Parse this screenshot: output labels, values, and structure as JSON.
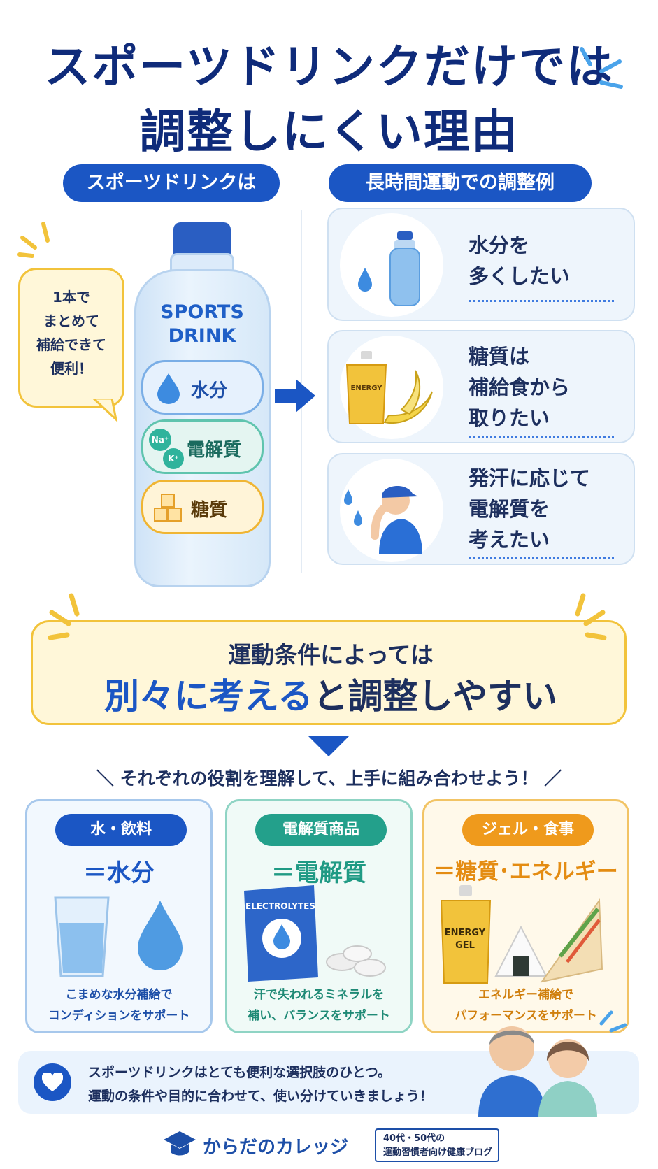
{
  "title": {
    "line1": "スポーツドリンクだけでは",
    "line2": "調整しにくい理由"
  },
  "left": {
    "pill": "スポーツドリンクは",
    "speech": [
      "1本で",
      "まとめて",
      "補給できて",
      "便利！"
    ],
    "bottle": {
      "label_line1": "SPORTS",
      "label_line2": "DRINK",
      "components": {
        "water": "水分",
        "electrolyte": "電解質",
        "electrolyte_ion1": "Na⁺",
        "electrolyte_ion2": "K⁺",
        "sugar": "糖質"
      }
    }
  },
  "right": {
    "pill": "長時間運動での調整例",
    "cards": [
      {
        "lines": [
          "水分を",
          "多くしたい"
        ]
      },
      {
        "lines": [
          "糖質は",
          "補給食から",
          "取りたい"
        ],
        "pouch_label": "ENERGY"
      },
      {
        "lines": [
          "発汗に応じて",
          "電解質を",
          "考えたい"
        ]
      }
    ]
  },
  "banner": {
    "line1": "運動条件によっては",
    "line2_highlight": "別々に考える",
    "line2_rest": "と調整しやすい"
  },
  "subheadline": "＼ それぞれの役割を理解して、上手に組み合わせよう！ ／",
  "roles": [
    {
      "pill": "水・飲料",
      "value": "＝水分",
      "desc": [
        "こまめな水分補給で",
        "コンディションをサポート"
      ]
    },
    {
      "pill": "電解質商品",
      "value": "＝電解質",
      "desc": [
        "汗で失われるミネラルを",
        "補い、バランスをサポート"
      ],
      "pack_label": "ELECTROLYTES"
    },
    {
      "pill": "ジェル・食事",
      "value": "＝糖質･エネルギー",
      "desc": [
        "エネルギー補給で",
        "パフォーマンスをサポート"
      ],
      "gel_label1": "ENERGY",
      "gel_label2": "GEL"
    }
  ],
  "note": {
    "line1": "スポーツドリンクはとても便利な選択肢のひとつ。",
    "line2": "運動の条件や目的に合わせて、使い分けていきましょう！"
  },
  "footer": {
    "brand": "からだのカレッジ",
    "badge_line1": "40代・50代の",
    "badge_line2": "運動習慣者向け健康ブログ"
  },
  "colors": {
    "navy": "#0f2b7a",
    "blue": "#1b56c4",
    "teal": "#23a08b",
    "orange": "#ef9a1c",
    "yellow": "#f2c33b"
  }
}
